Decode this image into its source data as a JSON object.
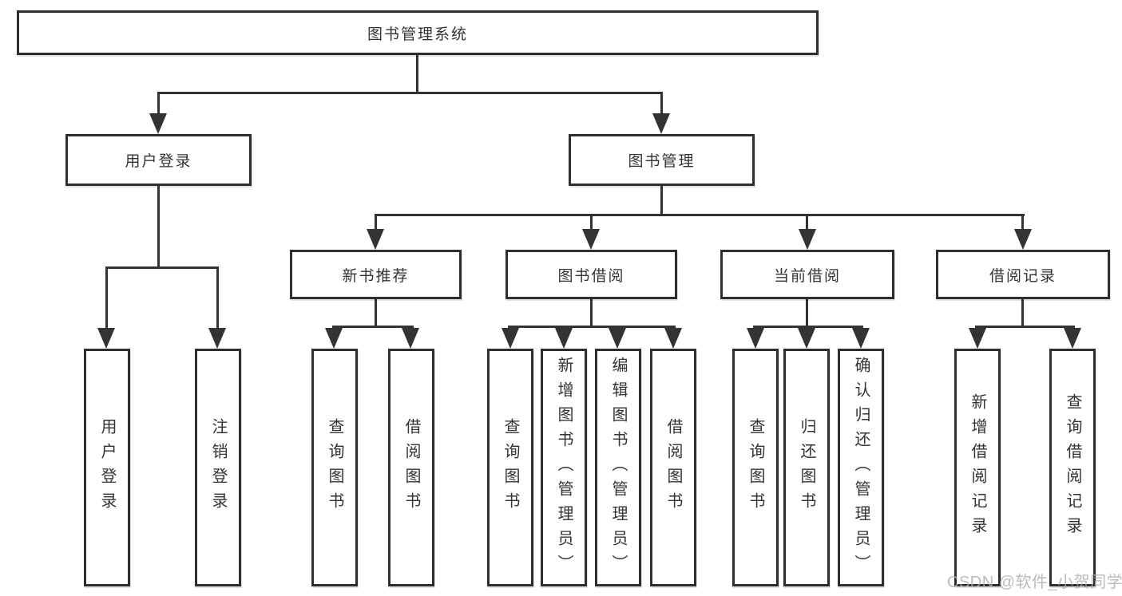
{
  "colors": {
    "line": "#333333",
    "box_border": "#2e2e2e",
    "box_fill": "#ffffff",
    "text": "#333333",
    "background": "#ffffff",
    "watermark": "#b0b0b0"
  },
  "watermark": "CSDN @软件_小贺同学",
  "tree": {
    "label": "图书管理系统",
    "children": [
      {
        "label": "用户登录",
        "children": [
          {
            "label": "用户登录"
          },
          {
            "label": "注销登录"
          }
        ]
      },
      {
        "label": "图书管理",
        "children": [
          {
            "label": "新书推荐",
            "children": [
              {
                "label": "查询图书"
              },
              {
                "label": "借阅图书"
              }
            ]
          },
          {
            "label": "图书借阅",
            "children": [
              {
                "label": "查询图书"
              },
              {
                "label": "新增图书（管理员）"
              },
              {
                "label": "编辑图书（管理员）"
              },
              {
                "label": "借阅图书"
              }
            ]
          },
          {
            "label": "当前借阅",
            "children": [
              {
                "label": "查询图书"
              },
              {
                "label": "归还图书"
              },
              {
                "label": "确认归还（管理员）"
              }
            ]
          },
          {
            "label": "借阅记录",
            "children": [
              {
                "label": "新增借阅记录"
              },
              {
                "label": "查询借阅记录"
              }
            ]
          }
        ]
      }
    ]
  }
}
